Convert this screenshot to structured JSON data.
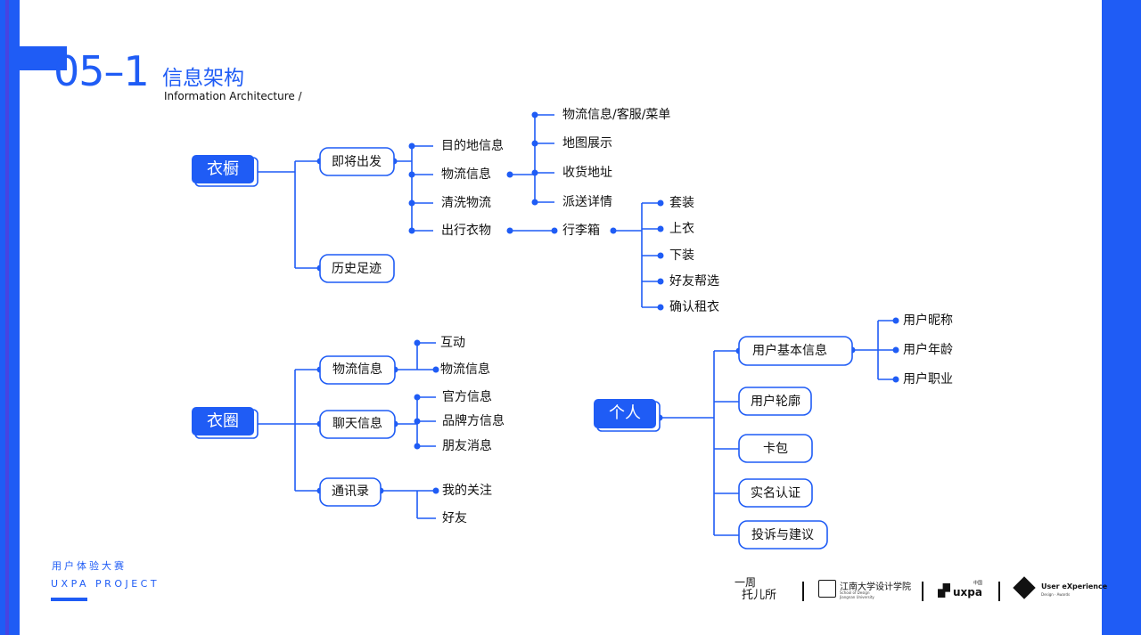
{
  "header": {
    "number": "05–1",
    "title": "信息架构",
    "subtitle": "Information Architecture  /"
  },
  "footer": {
    "cn": "用户体验大赛",
    "en": "UXPA PROJECT"
  },
  "logos": {
    "yizhou_top": "一周",
    "yizhou_bottom": "托儿所",
    "jiangnan": "江南大学设计学院",
    "jiangnan_en1": "School of Design",
    "jiangnan_en2": "Jiangnan University",
    "uxpa": "uxpa",
    "uxpa_cn": "中国",
    "ue_title": "User eXperience",
    "ue_sub": "Design · Awards"
  },
  "colors": {
    "accent": "#1f5cf5"
  },
  "tree": {
    "wardrobe": {
      "label": "衣橱",
      "children": [
        {
          "label": "即将出发",
          "children": [
            {
              "label": "目的地信息"
            },
            {
              "label": "物流信息",
              "children": [
                {
                  "label": "物流信息/客服/菜单"
                },
                {
                  "label": "地图展示"
                },
                {
                  "label": "收货地址"
                },
                {
                  "label": "派送详情"
                }
              ]
            },
            {
              "label": "清洗物流"
            },
            {
              "label": "出行衣物",
              "children": [
                {
                  "label": "行李箱",
                  "children": [
                    {
                      "label": "套装"
                    },
                    {
                      "label": "上衣"
                    },
                    {
                      "label": "下装"
                    },
                    {
                      "label": "好友帮选"
                    },
                    {
                      "label": "确认租衣"
                    }
                  ]
                }
              ]
            }
          ]
        },
        {
          "label": "历史足迹"
        }
      ]
    },
    "circle": {
      "label": "衣圈",
      "children": [
        {
          "label": "物流信息",
          "children": [
            {
              "label": "互动"
            },
            {
              "label": "物流信息"
            }
          ]
        },
        {
          "label": "聊天信息",
          "children": [
            {
              "label": "官方信息"
            },
            {
              "label": "品牌方信息"
            },
            {
              "label": "朋友消息"
            }
          ]
        },
        {
          "label": "通讯录",
          "children": [
            {
              "label": "我的关注"
            },
            {
              "label": "好友"
            }
          ]
        }
      ]
    },
    "personal": {
      "label": "个人",
      "children": [
        {
          "label": "用户基本信息",
          "children": [
            {
              "label": "用户昵称"
            },
            {
              "label": "用户年龄"
            },
            {
              "label": "用户职业"
            }
          ]
        },
        {
          "label": "用户轮廓"
        },
        {
          "label": "卡包"
        },
        {
          "label": "实名认证"
        },
        {
          "label": "投诉与建议"
        }
      ]
    }
  }
}
